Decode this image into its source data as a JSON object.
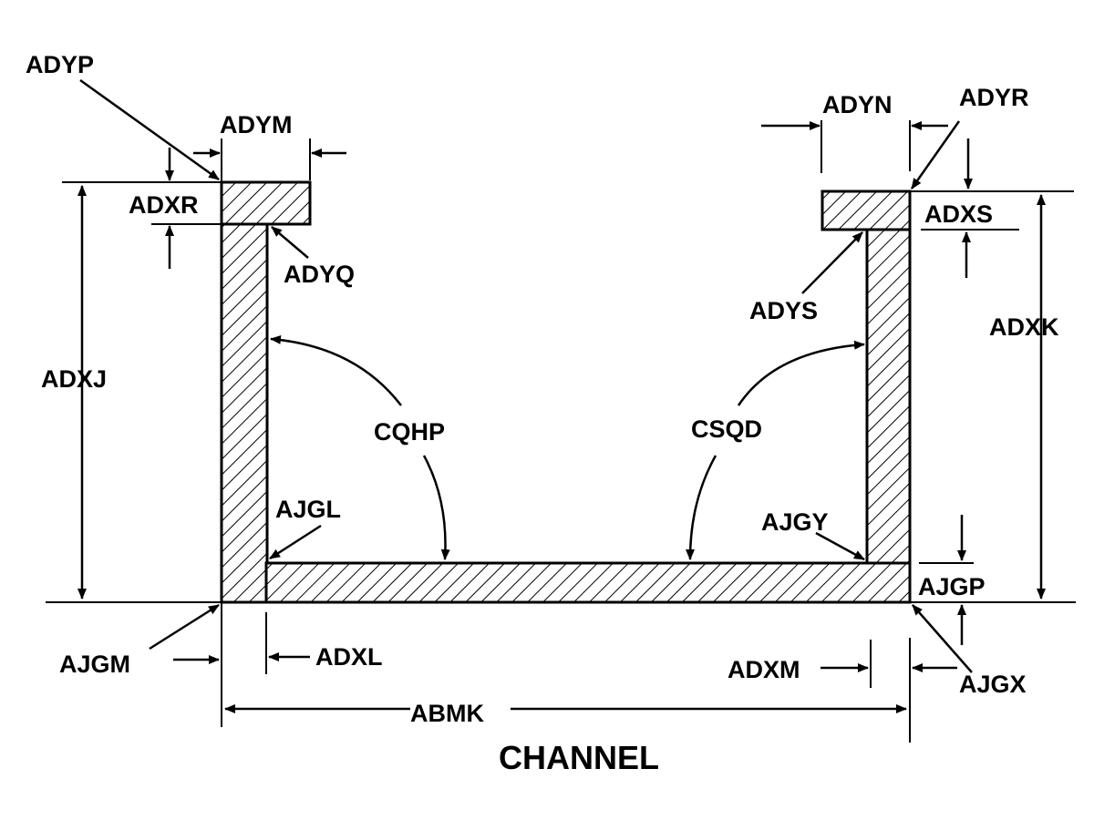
{
  "title": "CHANNEL",
  "labels": {
    "adyp": "ADYP",
    "adym": "ADYM",
    "adxr": "ADXR",
    "adyq": "ADYQ",
    "adxj": "ADXJ",
    "cqhp": "CQHP",
    "ajgl": "AJGL",
    "ajgm": "AJGM",
    "adxl": "ADXL",
    "abmk": "ABMK",
    "adyn": "ADYN",
    "adyr": "ADYR",
    "adxs": "ADXS",
    "adys": "ADYS",
    "adxk": "ADXK",
    "csqd": "CSQD",
    "ajgy": "AJGY",
    "ajgp": "AJGP",
    "adxm": "ADXM",
    "ajgx": "AJGX"
  },
  "colors": {
    "ink": "#000000",
    "background": "#ffffff"
  }
}
